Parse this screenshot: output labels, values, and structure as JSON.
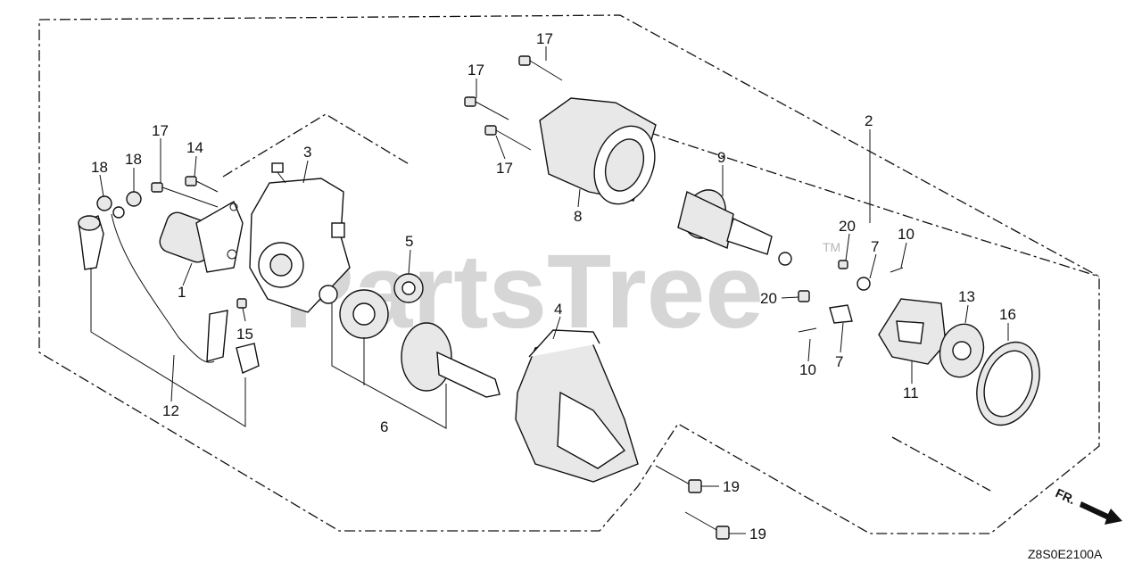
{
  "watermark": {
    "text": "PartsTree",
    "trademark": "TM"
  },
  "diagram_code": "Z8S0E2100A",
  "direction_marker": {
    "text": "FR.",
    "icon": "arrow-right-down-icon"
  },
  "callouts": {
    "c1": "1",
    "c2": "2",
    "c3": "3",
    "c4": "4",
    "c5": "5",
    "c6": "6",
    "c7a": "7",
    "c7b": "7",
    "c8": "8",
    "c9": "9",
    "c10a": "10",
    "c10b": "10",
    "c11": "11",
    "c12": "12",
    "c13": "13",
    "c14": "14",
    "c15": "15",
    "c16": "16",
    "c17a": "17",
    "c17b": "17",
    "c17c": "17",
    "c17d": "17",
    "c18a": "18",
    "c18b": "18",
    "c19a": "19",
    "c19b": "19",
    "c20a": "20",
    "c20b": "20"
  }
}
